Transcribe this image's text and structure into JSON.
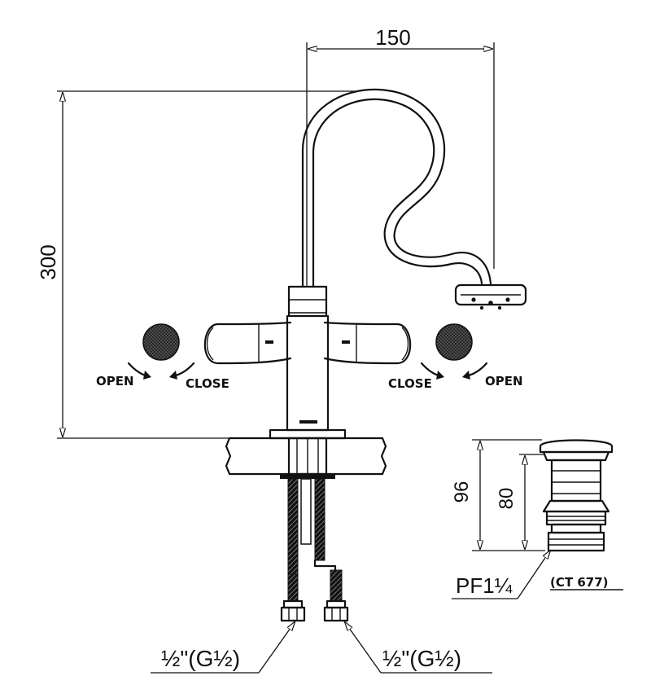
{
  "dimensions": {
    "spout_reach": "150",
    "total_height": "300",
    "drain_height_total": "96",
    "drain_height_body": "80"
  },
  "labels": {
    "left_open": "OPEN",
    "left_close": "CLOSE",
    "right_close": "CLOSE",
    "right_open": "OPEN",
    "drain_thread": "PF1¼",
    "drain_model": "(CT 677)",
    "left_inlet": "½\"(G½)",
    "right_inlet": "½\"(G½)"
  }
}
